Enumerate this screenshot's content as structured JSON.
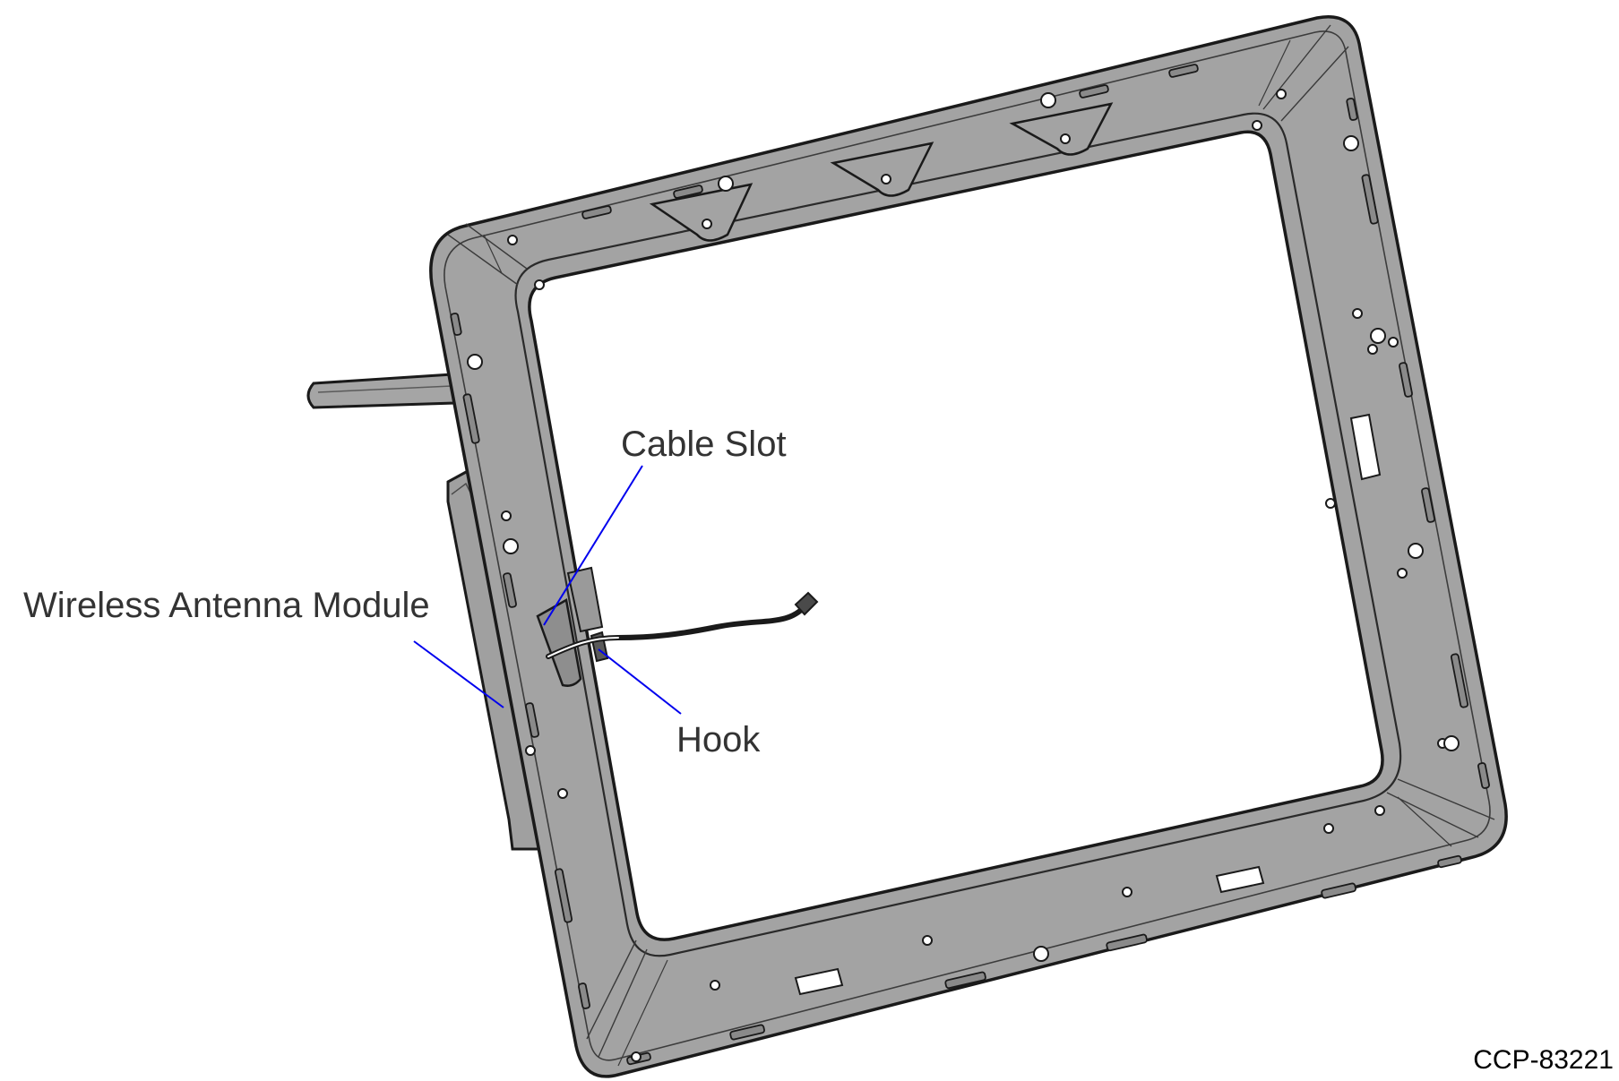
{
  "callouts": {
    "cable_slot": "Cable Slot",
    "antenna_module": "Wireless Antenna Module",
    "hook": "Hook"
  },
  "figure_id": "CCP-83221",
  "colors": {
    "part_fill": "#a3a3a3",
    "part_face": "#9a9a9a",
    "part_outline": "#1a1a1a",
    "leader_line": "#0000ee",
    "label_text": "#333333"
  }
}
